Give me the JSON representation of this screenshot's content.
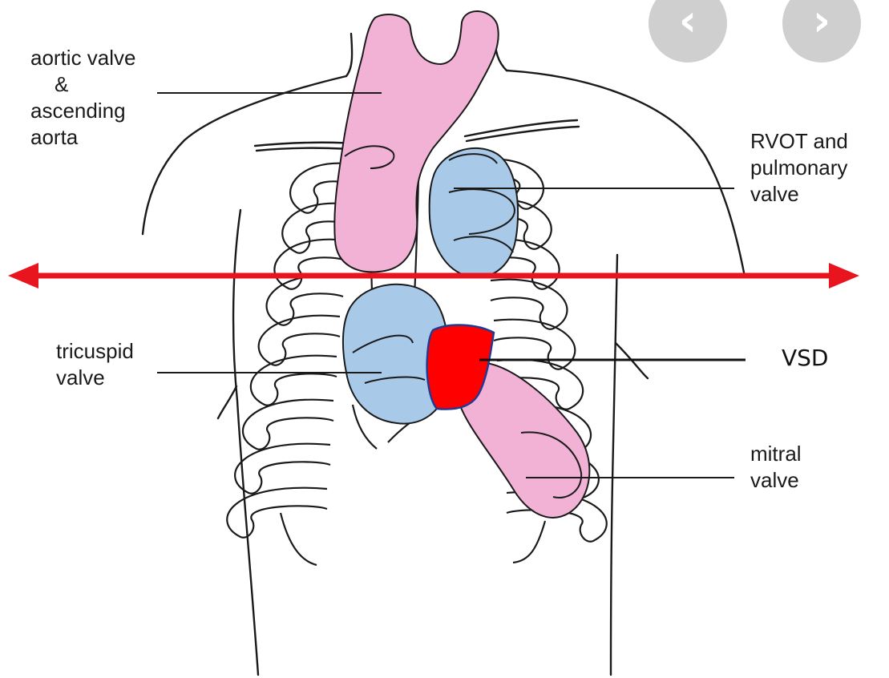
{
  "labels": {
    "aortic": [
      "aortic valve",
      "&",
      "ascending",
      "aorta"
    ],
    "rvot": [
      "RVOT and",
      "pulmonary",
      "valve"
    ],
    "tricuspid": [
      "tricuspid",
      "valve"
    ],
    "mitral": [
      "mitral",
      "valve"
    ],
    "vsd": "VSD"
  },
  "nav": {
    "prev_glyph": "‹",
    "next_glyph": "›"
  },
  "colors": {
    "pink_valve": "#f2b2d6",
    "blue_valve": "#a9c9e8",
    "vsd_fill": "#ff0000",
    "arrow": "#e8151f",
    "outline": "#1a1a1a",
    "nav_button": "#cfcfcf"
  }
}
